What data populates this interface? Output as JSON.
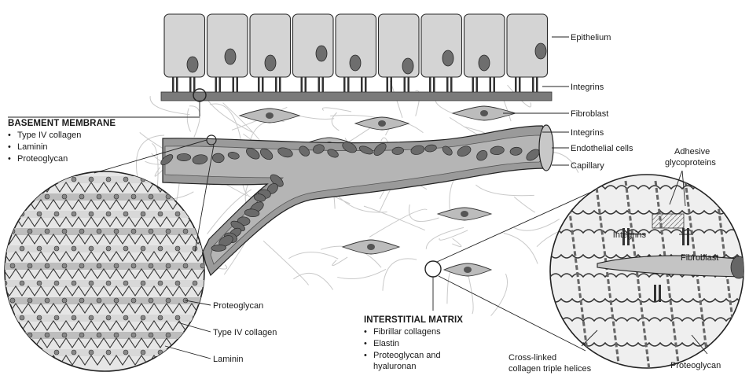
{
  "labels": {
    "epithelium": "Epithelium",
    "integrins_top": "Integrins",
    "fibroblast": "Fibroblast",
    "integrins_mid": "Integrins",
    "endothelial": "Endothelial cells",
    "capillary": "Capillary",
    "adhesive_1": "Adhesive",
    "adhesive_2": "glycoproteins",
    "integrins_zoom": "Integrins",
    "fibroblast_zoom": "Fibroblast",
    "proteoglycan_left": "Proteoglycan",
    "type4_left": "Type IV collagen",
    "laminin_left": "Laminin",
    "crosslinked_1": "Cross-linked",
    "crosslinked_2": "collagen triple helices",
    "proteoglycan_right": "Proteoglycan"
  },
  "basement_membrane": {
    "title": "BASEMENT MEMBRANE",
    "items": [
      "Type IV collagen",
      "Laminin",
      "Proteoglycan"
    ]
  },
  "interstitial_matrix": {
    "title": "INTERSTITIAL MATRIX",
    "items": [
      "Fibrillar collagens",
      "Elastin",
      "Proteoglycan and",
      "hyaluronan"
    ]
  }
}
